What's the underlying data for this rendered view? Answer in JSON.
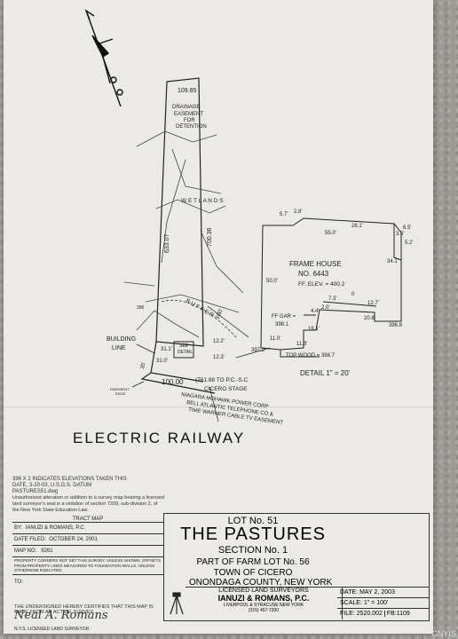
{
  "plan": {
    "top_width": "109.85",
    "easement": [
      "DRAINAGE",
      "EASEMENT",
      "FOR",
      "DETENTION"
    ],
    "wetlands": "W E T L A N D S",
    "left_length": "633.07",
    "right_length": "700.36",
    "buffer_label": "B U F F E R",
    "buffer_dist": "100'",
    "building_line": [
      "BUILDING",
      "LINE"
    ],
    "see_detail": [
      "SEE",
      "DETAIL"
    ],
    "dims": [
      "31.1'",
      "12.2'",
      "31.0'",
      "12.3'",
      "35'"
    ],
    "front_width": "100.00",
    "frontage": "(761.88 TO P.C.-S.C",
    "road": "CICERO STAGE",
    "easements": [
      "NIAGARA MOHAWK POWER CORP",
      "BELL ATLANTIC TELEPHONE CO &",
      "TIME WARNER CABLE TV EASEMENT"
    ],
    "pavement": [
      "PAVEMENT",
      "EDGE"
    ],
    "spot_elev": "396"
  },
  "detail": {
    "house_title": "FRAME HOUSE",
    "house_no": "NO. 6443",
    "ff_elev": "FF. ELEV. = 400.2",
    "ff_gar_label": "FF GAR =",
    "ff_gar": "398.1",
    "top_wood": "TOP WOOD = 398.7",
    "caption": "DETAIL   1\" = 20'",
    "dims": {
      "top_left_a": "5.7'",
      "top_left_b": "2.8'",
      "top_main": "28.1'",
      "top_full": "55.0'",
      "right_a": "3.5'",
      "right_b": "6.5'",
      "right_c": "5.2'",
      "right_d": "34.1'",
      "left": "50.0'",
      "mid_a": "0",
      "mid_b": "7.3'",
      "mid_c": "12.7'",
      "mid_d": "20.8'",
      "small_a": "4.4'",
      "small_b": "2.0'",
      "small_c": "16.1'",
      "bottom_a": "11.0'",
      "bottom_b": "11.3'",
      "corner_bl": "397.2",
      "corner_br": "396.8"
    }
  },
  "railway": "ELECTRIC RAILWAY",
  "notes": {
    "elev": "396 X 2 INDICATES ELEVATIONS TAKEN THIS",
    "datum": "DATE, 3-20-03, U.S.G.S. DATUM",
    "file": "PASTURES51.dwg",
    "legal": "Unauthorized alteration or addition to a survey map bearing a licensed land surveyor's seal is a violation of section 7209, sub-division 2, of the New York State Education Law."
  },
  "tract": {
    "caption": "TRACT MAP",
    "by_label": "BY:",
    "by": "IANUZI & ROMANS, P.C.",
    "filed_label": "DATE FILED:",
    "filed": "OCTOBER 24, 2001",
    "map_label": "MAP NO.",
    "map_no": "9261",
    "corners": "PROPERTY CORNERS NOT SET THIS SURVEY. UNLESS SHOWN, OFFSETS FROM PROPERTY LINES MEASURED TO FOUNDATION WALLS, UNLESS OTHERWISE INDICATED.",
    "to_label": "TO:"
  },
  "title": {
    "lot": "LOT No. 51",
    "name": "THE  PASTURES",
    "section": "SECTION  No. 1",
    "part": "PART OF FARM LOT No. 56",
    "town": "TOWN OF CICERO",
    "county": "ONONDAGA COUNTY,  NEW YORK",
    "licensed": "LICENSED LAND SURVEYORS",
    "firm": "IANUZI & ROMANS, P.C.",
    "address": "LIVERPOOL & SYRACUSE NEW YORK",
    "phone": "(315) 457-7200",
    "date_label": "DATE:",
    "date": "MAY 2, 2003",
    "scale_label": "SCALE:",
    "scale": "1\" = 100'",
    "file_label": "FILE:",
    "file": "2520.002",
    "fb": "FB:1109"
  },
  "cert": "THE UNDERSIGNED HEREBY CERTIFIES THAT THIS MAP IS MADE FROM AN ACTUAL SURVEY.",
  "signature": "Neal A. Romans",
  "surveyor": "N.Y.S. LICENSED LAND SURVEYOR",
  "watermark": "CNYIS"
}
